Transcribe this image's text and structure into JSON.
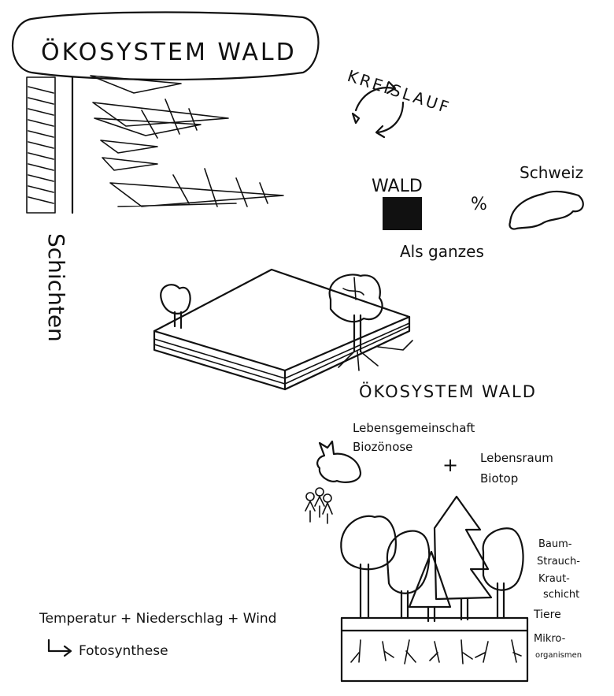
{
  "title": "ÖKOSYSTEM WALD",
  "layers_label": "Schichten",
  "cycle_label": "KREISLAUF",
  "forest_label": "WALD",
  "percent_sign": "%",
  "country_label": "Schweiz",
  "as_whole_label": "Als ganzes",
  "ecosystem_heading": "ÖKOSYSTEM WALD",
  "community_line1": "Lebensgemeinschaft",
  "community_line2": "Biozönose",
  "plus_sign": "+",
  "habitat_line1": "Lebensraum",
  "habitat_line2": "Biotop",
  "strata_line1": "Baum-",
  "strata_line2": "Strauch-",
  "strata_line3": "Kraut-",
  "strata_line4": "schicht",
  "animals_label": "Tiere",
  "micro_line1": "Mikro-",
  "micro_line2": "organismen",
  "factors_text": "Temperatur + Niederschlag + Wind",
  "result_text": "Fotosynthese"
}
